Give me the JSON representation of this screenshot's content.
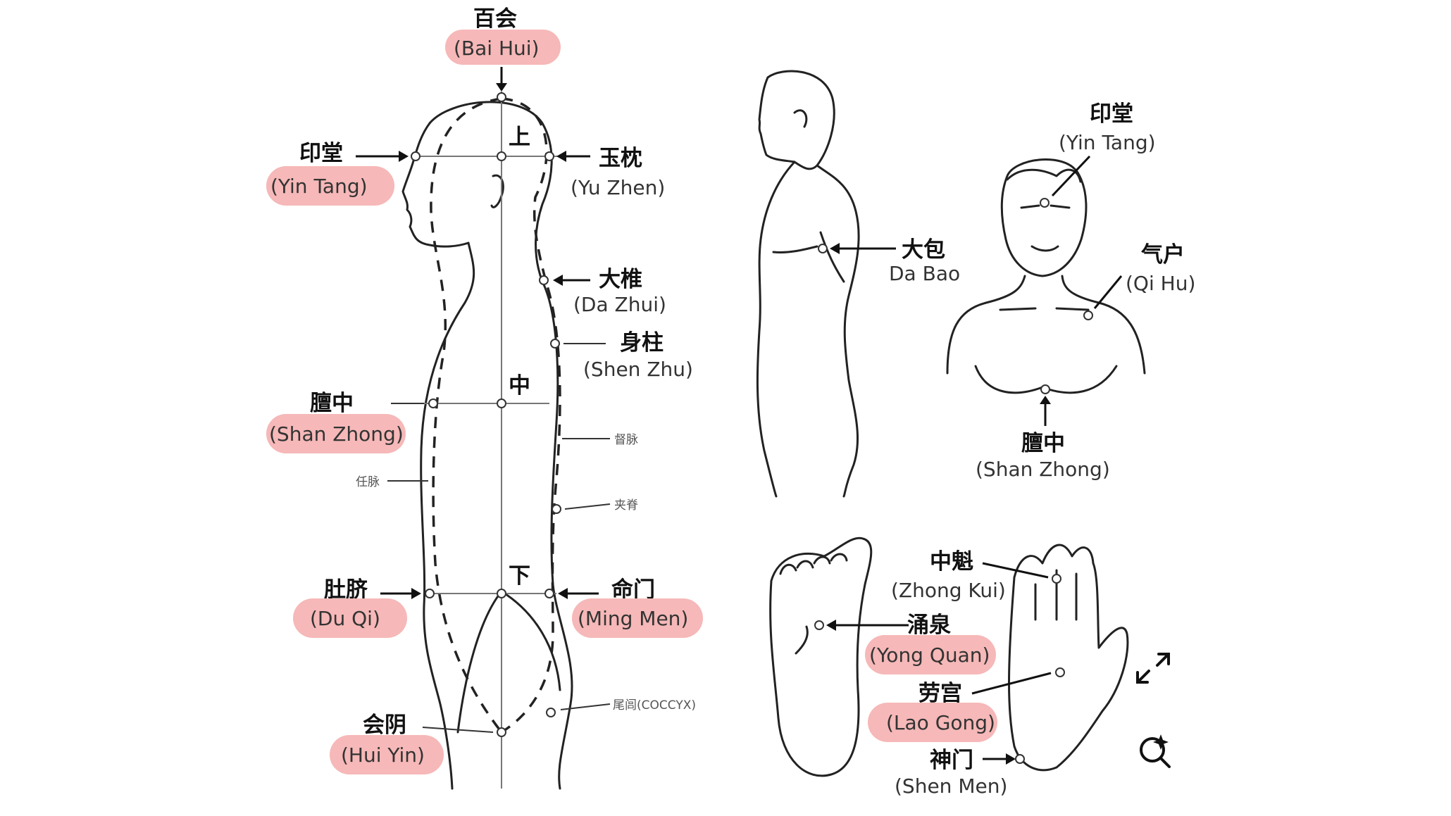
{
  "colors": {
    "highlight": "#f6b8b8",
    "ink": "#111111",
    "text": "#333333"
  },
  "body_points": {
    "bai_hui": {
      "cn": "百会",
      "en": "(Bai Hui)",
      "highlight": true
    },
    "yin_tang": {
      "cn": "印堂",
      "en": "(Yin Tang)",
      "highlight": true
    },
    "yu_zhen": {
      "cn": "玉枕",
      "en": "(Yu Zhen)",
      "highlight": false
    },
    "da_zhui": {
      "cn": "大椎",
      "en": "(Da Zhui)",
      "highlight": false
    },
    "shen_zhu": {
      "cn": "身柱",
      "en": "(Shen Zhu)",
      "highlight": false
    },
    "shan_zhong": {
      "cn": "膻中",
      "en": "(Shan Zhong)",
      "highlight": true
    },
    "du_qi": {
      "cn": "肚脐",
      "en": "(Du Qi)",
      "highlight": true
    },
    "ming_men": {
      "cn": "命门",
      "en": "(Ming Men)",
      "highlight": true
    },
    "hui_yin": {
      "cn": "会阴",
      "en": "(Hui Yin)",
      "highlight": true
    }
  },
  "dantian_labels": {
    "upper": "上",
    "middle": "中",
    "lower": "下"
  },
  "channel_labels": {
    "du_mai": "督脉",
    "ren_mai": "任脉",
    "jia_ji": "夹脊",
    "coccyx": "尾闾(COCCYX)"
  },
  "side_points": {
    "da_bao": {
      "cn": "大包",
      "en": "Da Bao"
    }
  },
  "front_points": {
    "yin_tang": {
      "cn": "印堂",
      "en": "(Yin Tang)"
    },
    "qi_hu": {
      "cn": "气户",
      "en": "(Qi Hu)"
    },
    "shan_zhong": {
      "cn": "膻中",
      "en": "(Shan Zhong)"
    }
  },
  "hand_foot_points": {
    "zhong_kui": {
      "cn": "中魁",
      "en": "(Zhong Kui)",
      "highlight": false
    },
    "yong_quan": {
      "cn": "涌泉",
      "en": "(Yong Quan)",
      "highlight": true
    },
    "lao_gong": {
      "cn": "劳宫",
      "en": "(Lao Gong)",
      "highlight": true
    },
    "shen_men": {
      "cn": "神门",
      "en": "(Shen Men)",
      "highlight": false
    }
  },
  "toolbar": {
    "expand_icon": "expand-icon",
    "visual_search_icon": "visual-search-icon"
  }
}
